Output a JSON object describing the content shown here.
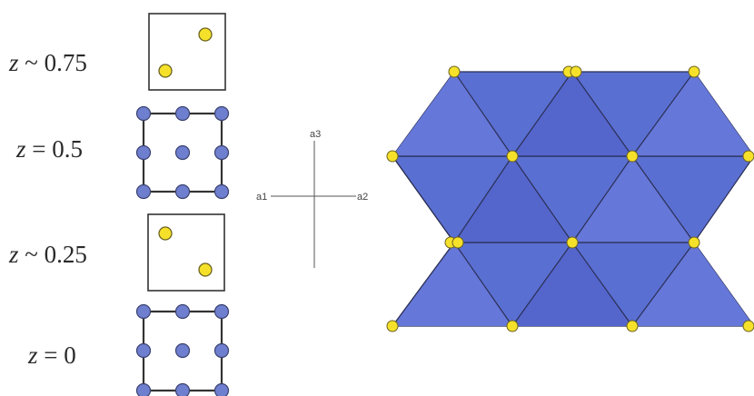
{
  "layers": [
    {
      "id": "z075",
      "var": "z",
      "rel": "~",
      "value": "0.75"
    },
    {
      "id": "z05",
      "var": "z",
      "rel": "=",
      "value": "0.5"
    },
    {
      "id": "z025",
      "var": "z",
      "rel": "~",
      "value": "0.25"
    },
    {
      "id": "z0",
      "var": "z",
      "rel": "=",
      "value": "0"
    }
  ],
  "axes": {
    "a1": "a1",
    "a2": "a2",
    "a3": "a3"
  },
  "colors": {
    "atom_yellow": "#f5e12a",
    "atom_blue": "#6f7fcf",
    "polyhedra": "#5a6fd2",
    "edge": "#2b2f55",
    "frame": "#333333"
  }
}
